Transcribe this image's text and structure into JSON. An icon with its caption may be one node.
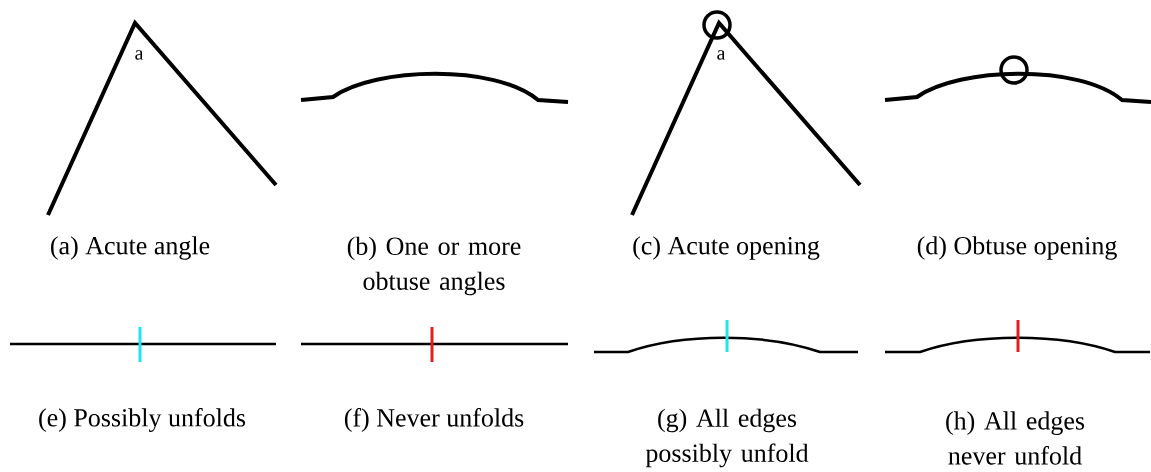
{
  "diagram": {
    "labels": [
      "a",
      "a",
      "(a) Acute angle",
      "(b) One or more obtuse angles",
      "(c) Acute opening",
      "(d) Obtuse opening",
      "(e) Possibly unfolds",
      "(f) Never unfolds",
      "(g) All edges possibly unfold",
      "(h) All edges never unfold"
    ]
  }
}
